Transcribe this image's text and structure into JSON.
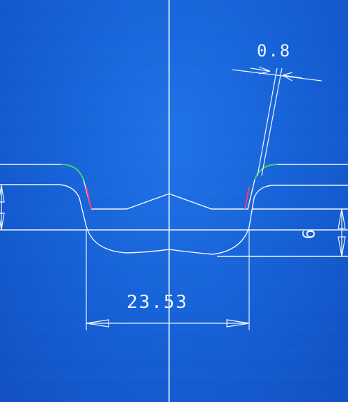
{
  "dimensions": {
    "chamfer": "0.8",
    "groove_width": "23.53",
    "depth": "6"
  },
  "colors": {
    "background": "#1662d8",
    "line": "#f2f6ff",
    "accent_green": "#39d36b",
    "accent_red": "#ff3b6b"
  }
}
